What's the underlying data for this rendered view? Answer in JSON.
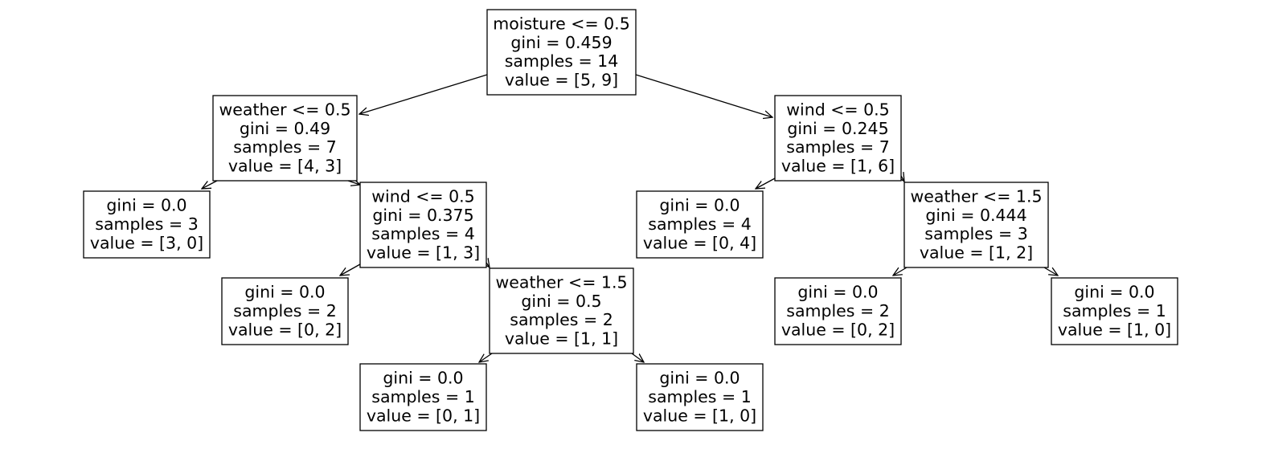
{
  "tree": {
    "nodes": [
      {
        "id": "n0",
        "lines": [
          "moisture <= 0.5",
          "gini = 0.459",
          "samples = 14",
          "value = [5, 9]"
        ]
      },
      {
        "id": "n1",
        "lines": [
          "weather <= 0.5",
          "gini = 0.49",
          "samples = 7",
          "value = [4, 3]"
        ]
      },
      {
        "id": "n2",
        "lines": [
          "gini = 0.0",
          "samples = 3",
          "value = [3, 0]"
        ]
      },
      {
        "id": "n3",
        "lines": [
          "wind <= 0.5",
          "gini = 0.375",
          "samples = 4",
          "value = [1, 3]"
        ]
      },
      {
        "id": "n4",
        "lines": [
          "gini = 0.0",
          "samples = 2",
          "value = [0, 2]"
        ]
      },
      {
        "id": "n5",
        "lines": [
          "weather <= 1.5",
          "gini = 0.5",
          "samples = 2",
          "value = [1, 1]"
        ]
      },
      {
        "id": "n6",
        "lines": [
          "gini = 0.0",
          "samples = 1",
          "value = [0, 1]"
        ]
      },
      {
        "id": "n7",
        "lines": [
          "gini = 0.0",
          "samples = 1",
          "value = [1, 0]"
        ]
      },
      {
        "id": "n8",
        "lines": [
          "wind <= 0.5",
          "gini = 0.245",
          "samples = 7",
          "value = [1, 6]"
        ]
      },
      {
        "id": "n9",
        "lines": [
          "gini = 0.0",
          "samples = 4",
          "value = [0, 4]"
        ]
      },
      {
        "id": "n10",
        "lines": [
          "weather <= 1.5",
          "gini = 0.444",
          "samples = 3",
          "value = [1, 2]"
        ]
      },
      {
        "id": "n11",
        "lines": [
          "gini = 0.0",
          "samples = 2",
          "value = [0, 2]"
        ]
      },
      {
        "id": "n12",
        "lines": [
          "gini = 0.0",
          "samples = 1",
          "value = [1, 0]"
        ]
      }
    ],
    "edges": [
      {
        "from": "n0",
        "to": "n1"
      },
      {
        "from": "n0",
        "to": "n8"
      },
      {
        "from": "n1",
        "to": "n2"
      },
      {
        "from": "n1",
        "to": "n3"
      },
      {
        "from": "n3",
        "to": "n4"
      },
      {
        "from": "n3",
        "to": "n5"
      },
      {
        "from": "n5",
        "to": "n6"
      },
      {
        "from": "n5",
        "to": "n7"
      },
      {
        "from": "n8",
        "to": "n9"
      },
      {
        "from": "n8",
        "to": "n10"
      },
      {
        "from": "n10",
        "to": "n11"
      },
      {
        "from": "n10",
        "to": "n12"
      }
    ]
  }
}
